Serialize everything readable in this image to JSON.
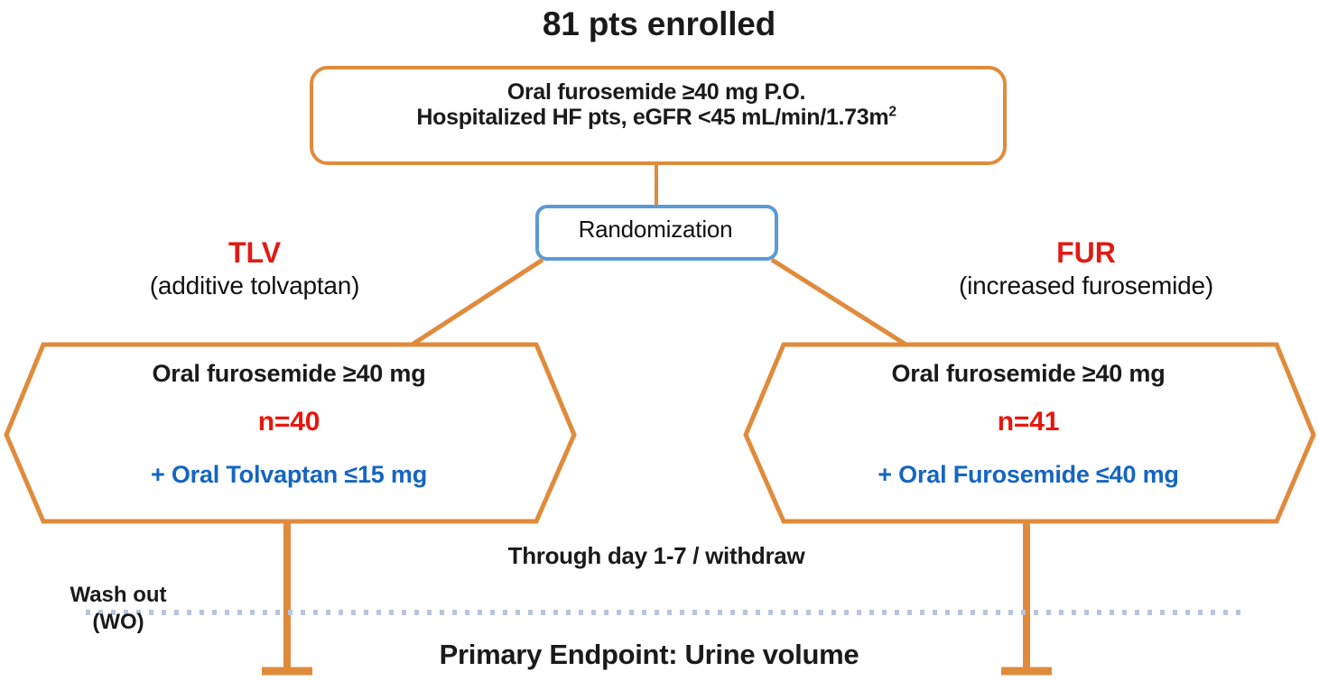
{
  "diagram": {
    "title": "81 pts enrolled",
    "colors": {
      "orange": "#E08B3C",
      "blue_border": "#5B9BD5",
      "red_text": "#E01B14",
      "blue_text": "#1565C0",
      "black_text": "#1a1a1a",
      "dotted_line": "#B9C4DD"
    },
    "criteria_box": {
      "line1": "Oral furosemide ≥40 mg P.O.",
      "line2_prefix": "Hospitalized HF pts, eGFR <45 mL/min/1.73m",
      "line2_sup": "2"
    },
    "randomization": {
      "label": "Randomization"
    },
    "arms": [
      {
        "id": "tlv",
        "code": "TLV",
        "description": "(additive tolvaptan)",
        "hexagon": {
          "line1": "Oral furosemide ≥40 mg",
          "line2": "n=40",
          "line3": "+ Oral Tolvaptan ≤15 mg"
        }
      },
      {
        "id": "fur",
        "code": "FUR",
        "description": "(increased furosemide)",
        "hexagon": {
          "line1": "Oral furosemide ≥40 mg",
          "line2": "n=41",
          "line3": "+ Oral Furosemide ≤40 mg"
        }
      }
    ],
    "annotations": {
      "through_day": "Through day 1-7 / withdraw",
      "washout_line1": "Wash out",
      "washout_line2": "(WO)",
      "primary_endpoint": "Primary Endpoint: Urine volume"
    }
  }
}
